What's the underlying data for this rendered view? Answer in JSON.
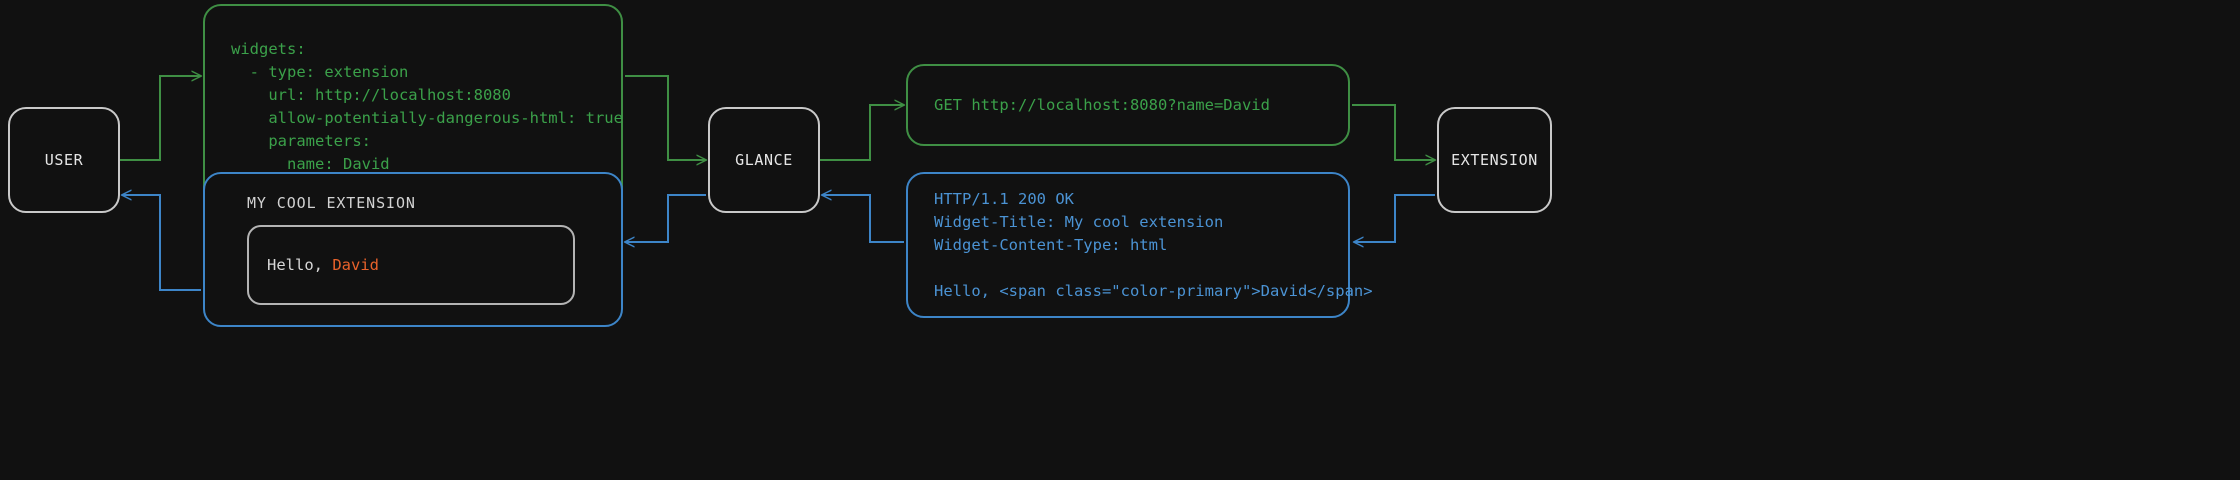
{
  "diagram": {
    "title": "Glance extension request flow",
    "background_color": "#111111",
    "colors": {
      "node_border": "#c9c9c9",
      "node_text": "#e6e6e6",
      "request_green": "#3ba14a",
      "request_green_border": "#3f8f44",
      "response_blue": "#4b93d4",
      "response_blue_border": "#3d85c8",
      "accent_orange": "#e8622b",
      "widget_card_border": "#b4b4b4"
    }
  },
  "nodes": [
    {
      "id": "user",
      "label": "USER"
    },
    {
      "id": "glance",
      "label": "GLANCE"
    },
    {
      "id": "extension",
      "label": "EXTENSION"
    }
  ],
  "messages": {
    "config_yaml": {
      "kind": "request",
      "color": "#3ba14a",
      "lines": [
        "widgets:",
        "  - type: extension",
        "    url: http://localhost:8080",
        "    allow-potentially-dangerous-html: true",
        "    parameters:",
        "      name: David"
      ],
      "text": "widgets:\n  - type: extension\n    url: http://localhost:8080\n    allow-potentially-dangerous-html: true\n    parameters:\n      name: David"
    },
    "http_request": {
      "kind": "request",
      "color": "#3ba14a",
      "lines": [
        "GET http://localhost:8080?name=David"
      ],
      "text": "GET http://localhost:8080?name=David"
    },
    "http_response": {
      "kind": "response",
      "color": "#4b93d4",
      "lines": [
        "HTTP/1.1 200 OK",
        "Widget-Title: My cool extension",
        "Widget-Content-Type: html",
        "",
        "Hello, <span class=\"color-primary\">David</span>"
      ],
      "text": "HTTP/1.1 200 OK\nWidget-Title: My cool extension\nWidget-Content-Type: html\n\nHello, <span class=\"color-primary\">David</span>"
    },
    "rendered_widget": {
      "kind": "response",
      "color": "#4b93d4",
      "widget_title": "MY COOL EXTENSION",
      "body_prefix": "Hello, ",
      "body_accent": "David"
    }
  },
  "edges": [
    {
      "id": "user-to-config",
      "from": "user",
      "to": "config_yaml",
      "direction": "forward",
      "color": "#3f8f44"
    },
    {
      "id": "config-to-glance",
      "from": "config_yaml",
      "to": "glance",
      "direction": "forward",
      "color": "#3f8f44"
    },
    {
      "id": "glance-to-request",
      "from": "glance",
      "to": "http_request",
      "direction": "forward",
      "color": "#3f8f44"
    },
    {
      "id": "request-to-extension",
      "from": "http_request",
      "to": "extension",
      "direction": "forward",
      "color": "#3f8f44"
    },
    {
      "id": "extension-to-response",
      "from": "extension",
      "to": "http_response",
      "direction": "backward",
      "color": "#3d85c8"
    },
    {
      "id": "response-to-glance",
      "from": "http_response",
      "to": "glance",
      "direction": "backward",
      "color": "#3d85c8"
    },
    {
      "id": "glance-to-widget",
      "from": "glance",
      "to": "rendered_widget",
      "direction": "backward",
      "color": "#3d85c8"
    },
    {
      "id": "widget-to-user",
      "from": "rendered_widget",
      "to": "user",
      "direction": "backward",
      "color": "#3d85c8"
    }
  ]
}
